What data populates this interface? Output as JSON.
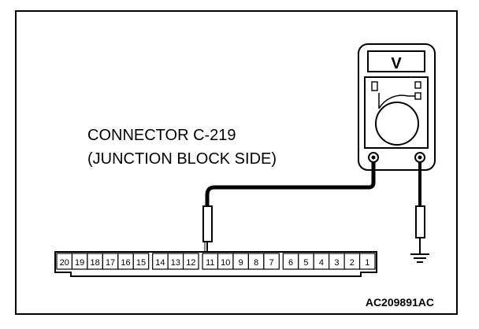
{
  "connector": {
    "label_line1": "CONNECTOR C-219",
    "label_line2": "(JUNCTION BLOCK SIDE)",
    "pins": [
      "20",
      "19",
      "18",
      "17",
      "16",
      "15",
      "14",
      "13",
      "12",
      "11",
      "10",
      "9",
      "8",
      "7",
      "6",
      "5",
      "4",
      "3",
      "2",
      "1"
    ],
    "probe_pin": "11"
  },
  "meter": {
    "display_symbol": "V"
  },
  "figure_id": "AC209891AC"
}
